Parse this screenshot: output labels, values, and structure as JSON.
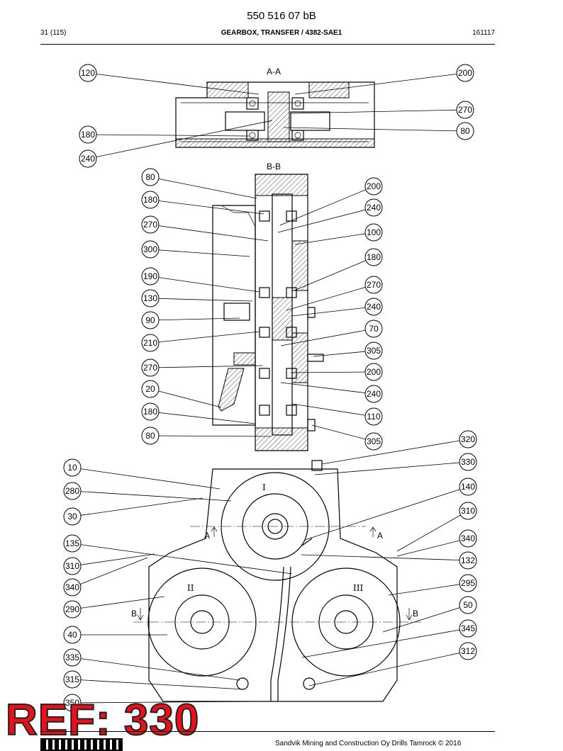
{
  "header": {
    "document_number": "550 516 07 bB",
    "page": "31 (115)",
    "title": "GEARBOX, TRANSFER / 4382-SAE1",
    "date": "161117"
  },
  "stamp": {
    "text": "REF: 330",
    "color": "#e8101a"
  },
  "footer": {
    "copyright": "Sandvik Mining and Construction Oy Drills Tamrock © 2016",
    "logo_icon": "sandvik-logo"
  },
  "section_labels": {
    "aa_title": "A-A",
    "bb_title": "B-B",
    "arrow_a_left": "A",
    "arrow_a_right": "A",
    "arrow_b_left": "B",
    "arrow_b_right": "B",
    "roman_1": "I",
    "roman_2": "II",
    "roman_3": "III"
  },
  "callouts": [
    "120",
    "200",
    "270",
    "80",
    "180",
    "240",
    "80",
    "200",
    "180",
    "240",
    "270",
    "100",
    "300",
    "180",
    "190",
    "270",
    "130",
    "240",
    "90",
    "70",
    "210",
    "305",
    "270",
    "200",
    "20",
    "240",
    "180",
    "110",
    "80",
    "305",
    "320",
    "10",
    "330",
    "280",
    "140",
    "30",
    "310",
    "135",
    "340",
    "310",
    "132",
    "340",
    "295",
    "290",
    "50",
    "40",
    "345",
    "335",
    "312",
    "315",
    "350"
  ]
}
